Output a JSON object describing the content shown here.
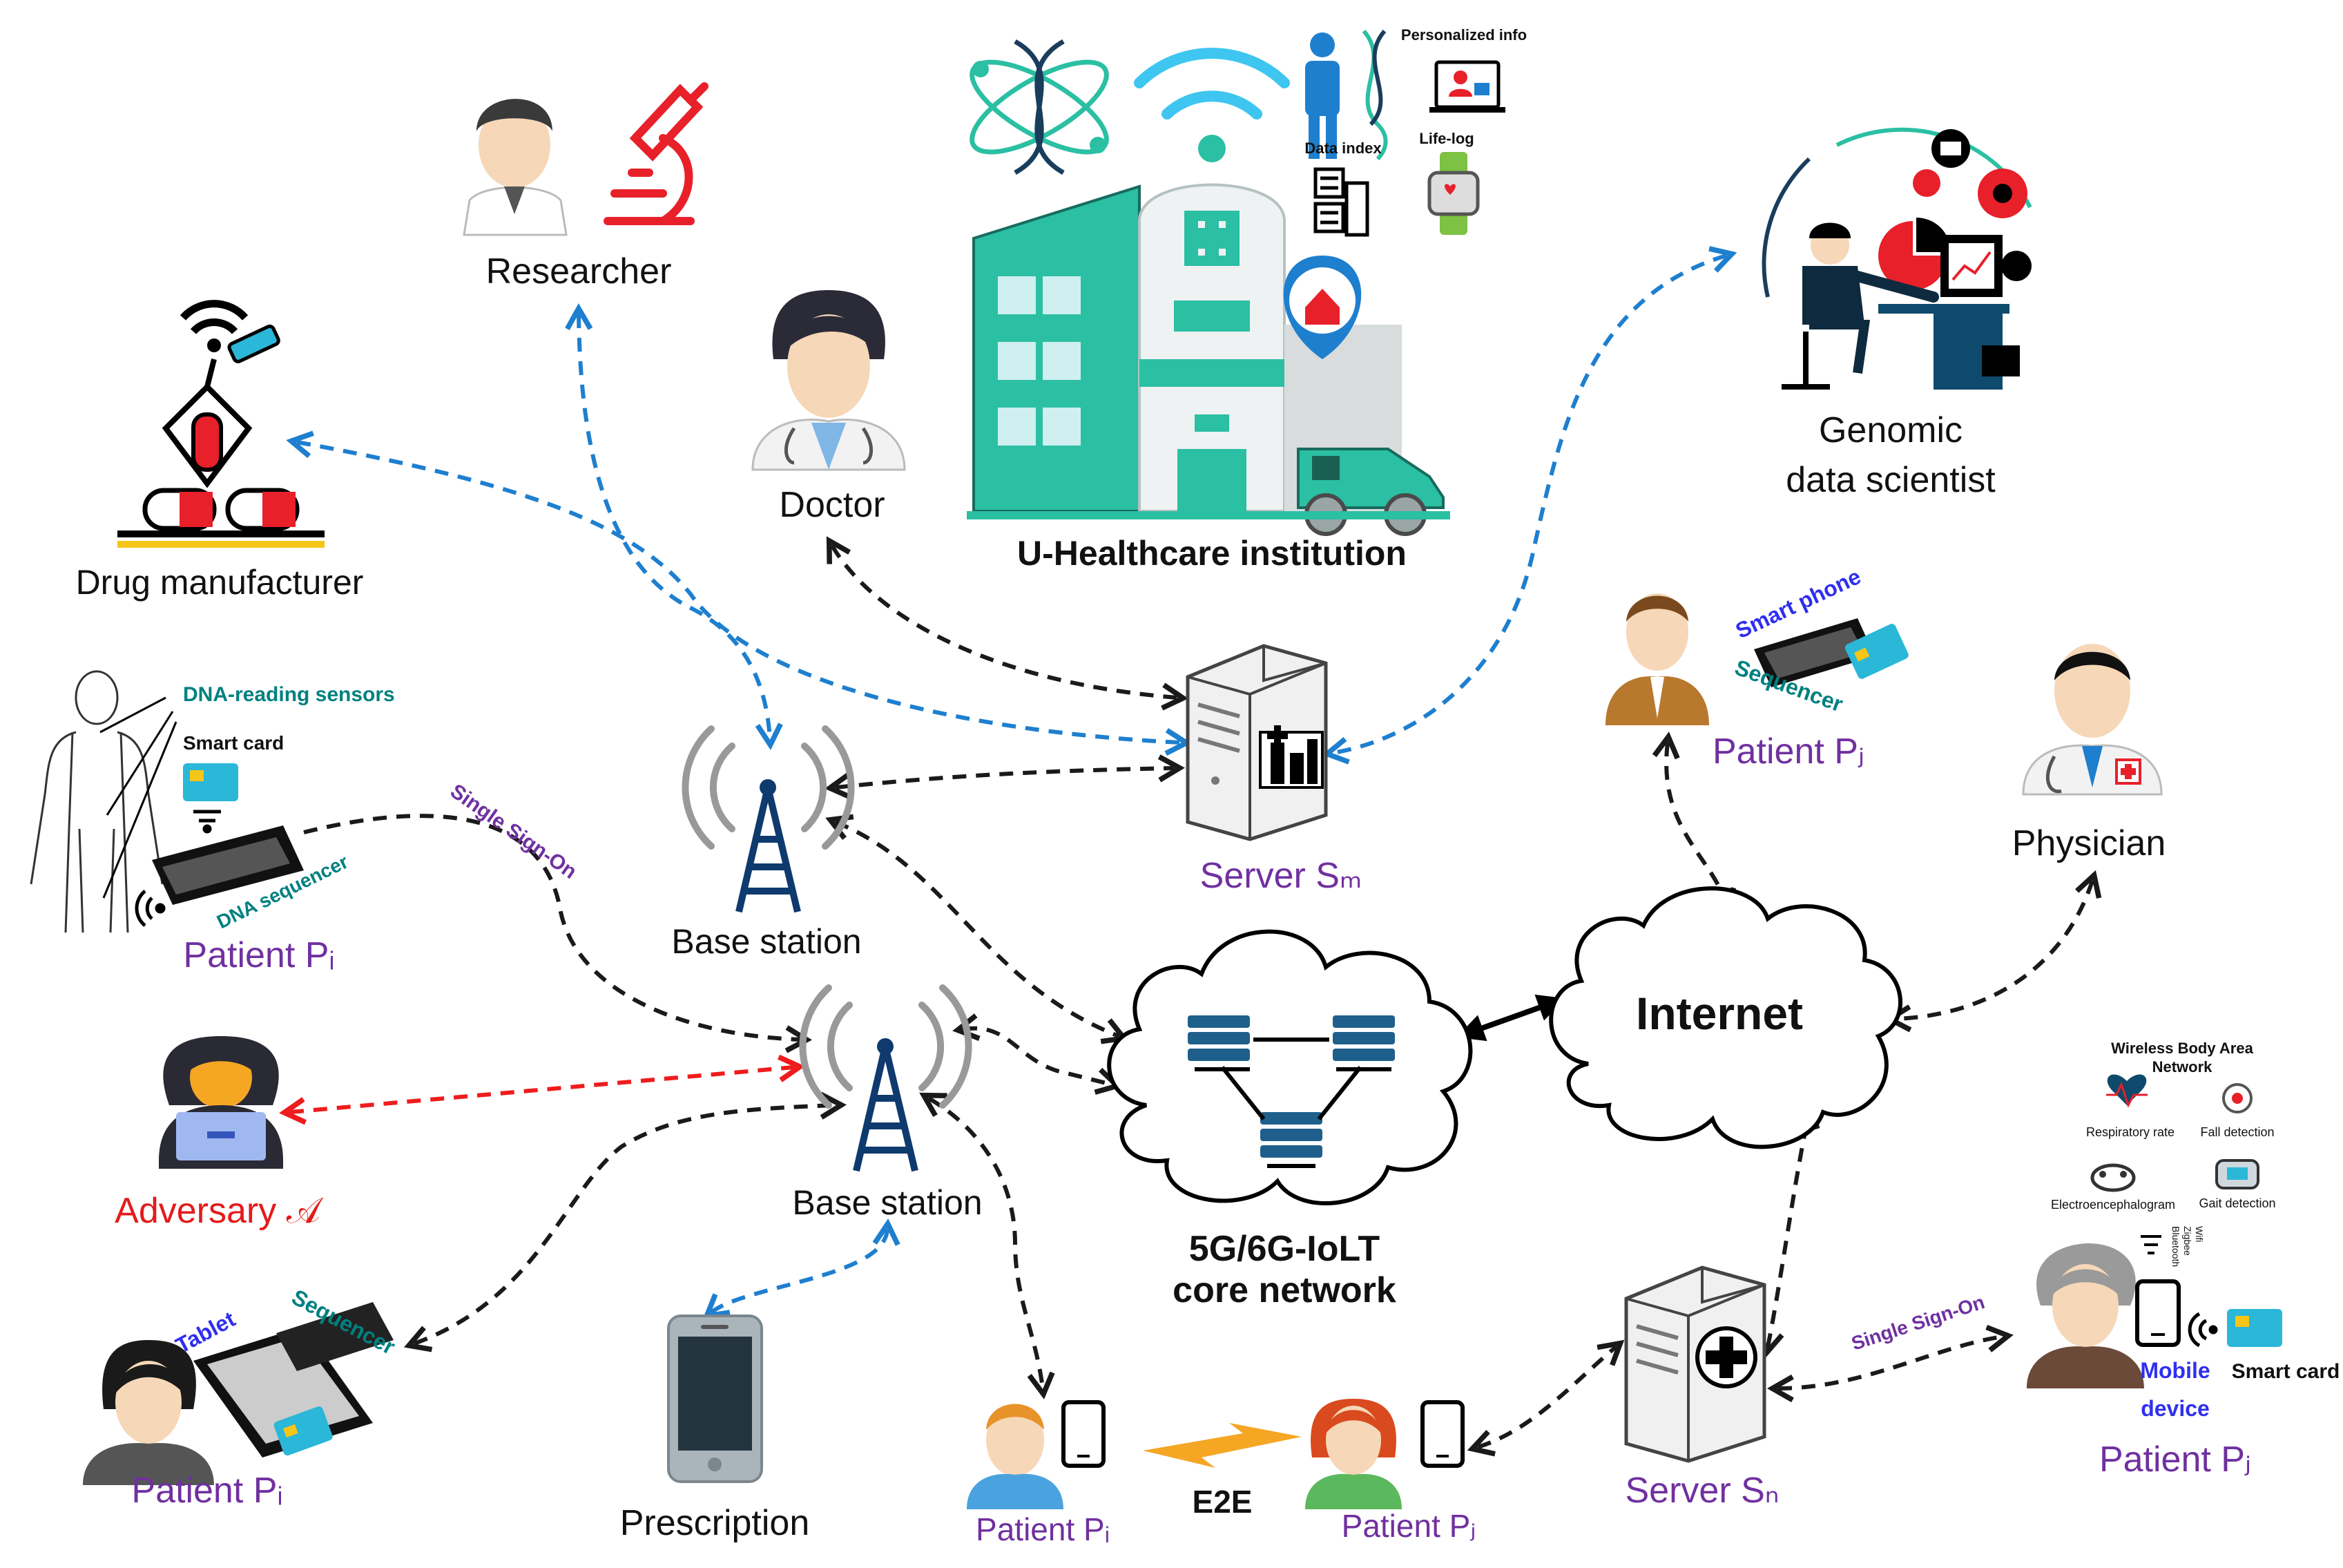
{
  "colors": {
    "black_link": "#1a1a1a",
    "blue_link": "#1e7fcf",
    "red_link": "#ee1c1c",
    "teal_building": "#2bbfa3",
    "purple_label": "#7030a0",
    "lightning": "#f5a623"
  },
  "nodes": {
    "researcher": "Researcher",
    "drug_manufacturer": "Drug manufacturer",
    "doctor": "Doctor",
    "institution": "U-Healthcare institution",
    "genomic": [
      "Genomic",
      "data scientist"
    ],
    "physician": "Physician",
    "base_station_top": "Base station",
    "base_station_bottom": "Base station",
    "core_network": [
      "5G/6G-IoLT",
      "core network"
    ],
    "internet": "Internet",
    "adversary": "Adversary 𝒜",
    "prescription": "Prescription",
    "e2e": "E2E"
  },
  "servers": {
    "sm": "Server Sₘ",
    "sn": "Server Sₙ"
  },
  "patients": {
    "pi_top": "Patient Pᵢ",
    "pi_bottom_left": "Patient Pᵢ",
    "pi_bottom_mid": "Patient Pᵢ",
    "pj_top": "Patient Pⱼ",
    "pj_bottom_mid": "Patient Pⱼ",
    "pj_bottom_right": "Patient Pⱼ"
  },
  "institution_tags": {
    "personalized": "Personalized info",
    "data_index": "Data index",
    "life_log": "Life-log"
  },
  "device_labels": {
    "dna_sensors": "DNA-reading sensors",
    "smart_card_left": "Smart card",
    "dna_sequencer": "DNA sequencer",
    "sso_left": "Single Sign-On",
    "smart_phone": "Smart phone",
    "sequencer_top": "Sequencer",
    "tablet": "Tablet",
    "sequencer_bottom": "Sequencer",
    "sso_right": "Single Sign-On",
    "mobile": "Mobile",
    "device": "device",
    "smart_card_right": "Smart card"
  },
  "wban": {
    "title_1": "Wireless Body Area",
    "title_2": "Network",
    "respiratory": "Respiratory rate",
    "fall": "Fall detection",
    "eeg": "Electroencephalogram",
    "gait": "Gait detection",
    "wifi": "Wifi",
    "zigbee": "Zigbee",
    "bluetooth": "Bluetooth"
  }
}
